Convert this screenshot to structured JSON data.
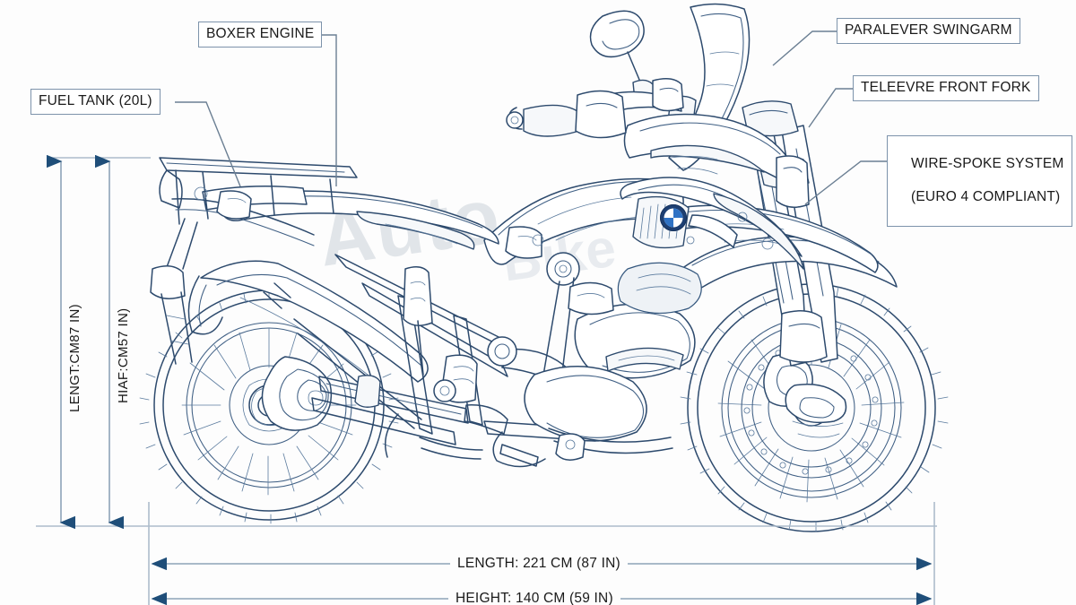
{
  "diagram": {
    "title": "BMW R 1200 GS technical side-view line drawing with dimension callouts",
    "subject": "motorcycle-line-drawing",
    "brand_badge": "BMW",
    "line_color": "#2d4a6d",
    "dimension_line_color": "#8da3b8",
    "arrow_color": "#1f4e79",
    "label_border_color": "#7d93ab",
    "background_color": "#fdfdfd",
    "watermark_text": "Auto",
    "watermark_text2": "Bike"
  },
  "callouts": [
    {
      "id": "fuel-tank",
      "label": "FUEL TANK (20L)"
    },
    {
      "id": "boxer-engine",
      "label": "BOXER ENGINE"
    },
    {
      "id": "paralever",
      "label": "PARALEVER SWINGARM"
    },
    {
      "id": "telelever",
      "label": "TELEEVRE FRONT FORK"
    },
    {
      "id": "wire-spoke-l1",
      "label": "WIRE-SPOKE SYSTEM"
    },
    {
      "id": "wire-spoke-l2",
      "label": "(EURO 4 COMPLIANT)"
    }
  ],
  "dimensions": {
    "vertical": [
      {
        "id": "length-vertical",
        "label": "LENGT:CM87 IN)"
      },
      {
        "id": "height-vertical",
        "label": "HIAF:CM57 IN)"
      }
    ],
    "horizontal": [
      {
        "id": "length-horizontal",
        "label": "LENGTH: 221 CM (87 IN)"
      },
      {
        "id": "height-horizontal",
        "label": "HEIGHT: 140 CM (59 IN)"
      }
    ]
  },
  "chart_data": {
    "type": "table",
    "title": "BMW R 1200 GS dimensions",
    "categories": [
      "LENGTH",
      "HEIGHT"
    ],
    "values": [
      221,
      140
    ],
    "units_metric": "CM",
    "units_imperial": "IN",
    "values_imperial": [
      87,
      59
    ],
    "rows": [
      {
        "name": "LENGTH",
        "cm": 221,
        "in": 87,
        "text": "LENGTH: 221 CM (87 IN)"
      },
      {
        "name": "HEIGHT",
        "cm": 140,
        "in": 59,
        "text": "HEIGHT: 140 CM (59 IN)"
      }
    ],
    "annotations": [
      "FUEL TANK (20L)",
      "BOXER ENGINE",
      "PARALEVER SWINGARM",
      "TELEEVRE FRONT FORK",
      "WIRE-SPOKE SYSTEM (EURO 4 COMPLIANT)"
    ],
    "xlabel": "",
    "ylabel": "",
    "grid": false,
    "legend": false
  }
}
